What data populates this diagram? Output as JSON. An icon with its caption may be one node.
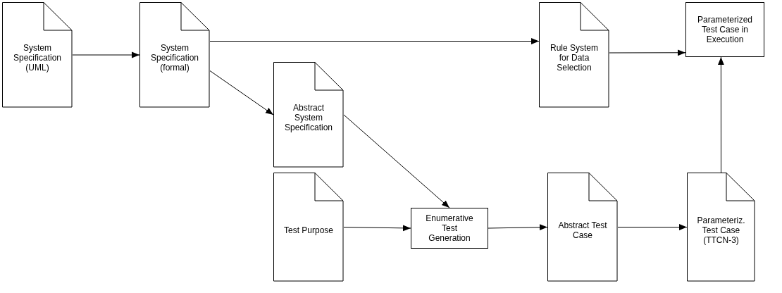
{
  "diagram": {
    "nodes": [
      {
        "text": [
          "System Specification (UML)"
        ]
      },
      {
        "text": [
          "System Specification (formal)"
        ]
      },
      {
        "text": [
          "Abstract System Specification"
        ]
      },
      {
        "text": [
          "Rule System for Data Selection"
        ]
      },
      {
        "text": [
          "Parameterized Test Case in Execution"
        ]
      },
      {
        "text": [
          "Test Purpose"
        ]
      },
      {
        "text": [
          "Enumerative Test Generation"
        ]
      },
      {
        "text": [
          "Abstract Test Case"
        ]
      },
      {
        "text": [
          "Parameteriz. Test Case (TTCN-3)"
        ]
      }
    ],
    "edges": [
      {
        "from": 0,
        "to": 1,
        "arrow": "to"
      },
      {
        "from": 1,
        "to": 3,
        "arrow": "to"
      },
      {
        "from": 1,
        "to": 2,
        "arrow": "to"
      },
      {
        "from": 2,
        "to": 6,
        "arrow": "to"
      },
      {
        "from": 3,
        "to": 4,
        "arrow": "to"
      },
      {
        "from": 5,
        "to": 6,
        "arrow": "to"
      },
      {
        "from": 6,
        "to": 7,
        "arrow": "to"
      },
      {
        "from": 7,
        "to": 8,
        "arrow": "to"
      },
      {
        "from": 8,
        "to": 4,
        "arrow": "to"
      }
    ]
  }
}
